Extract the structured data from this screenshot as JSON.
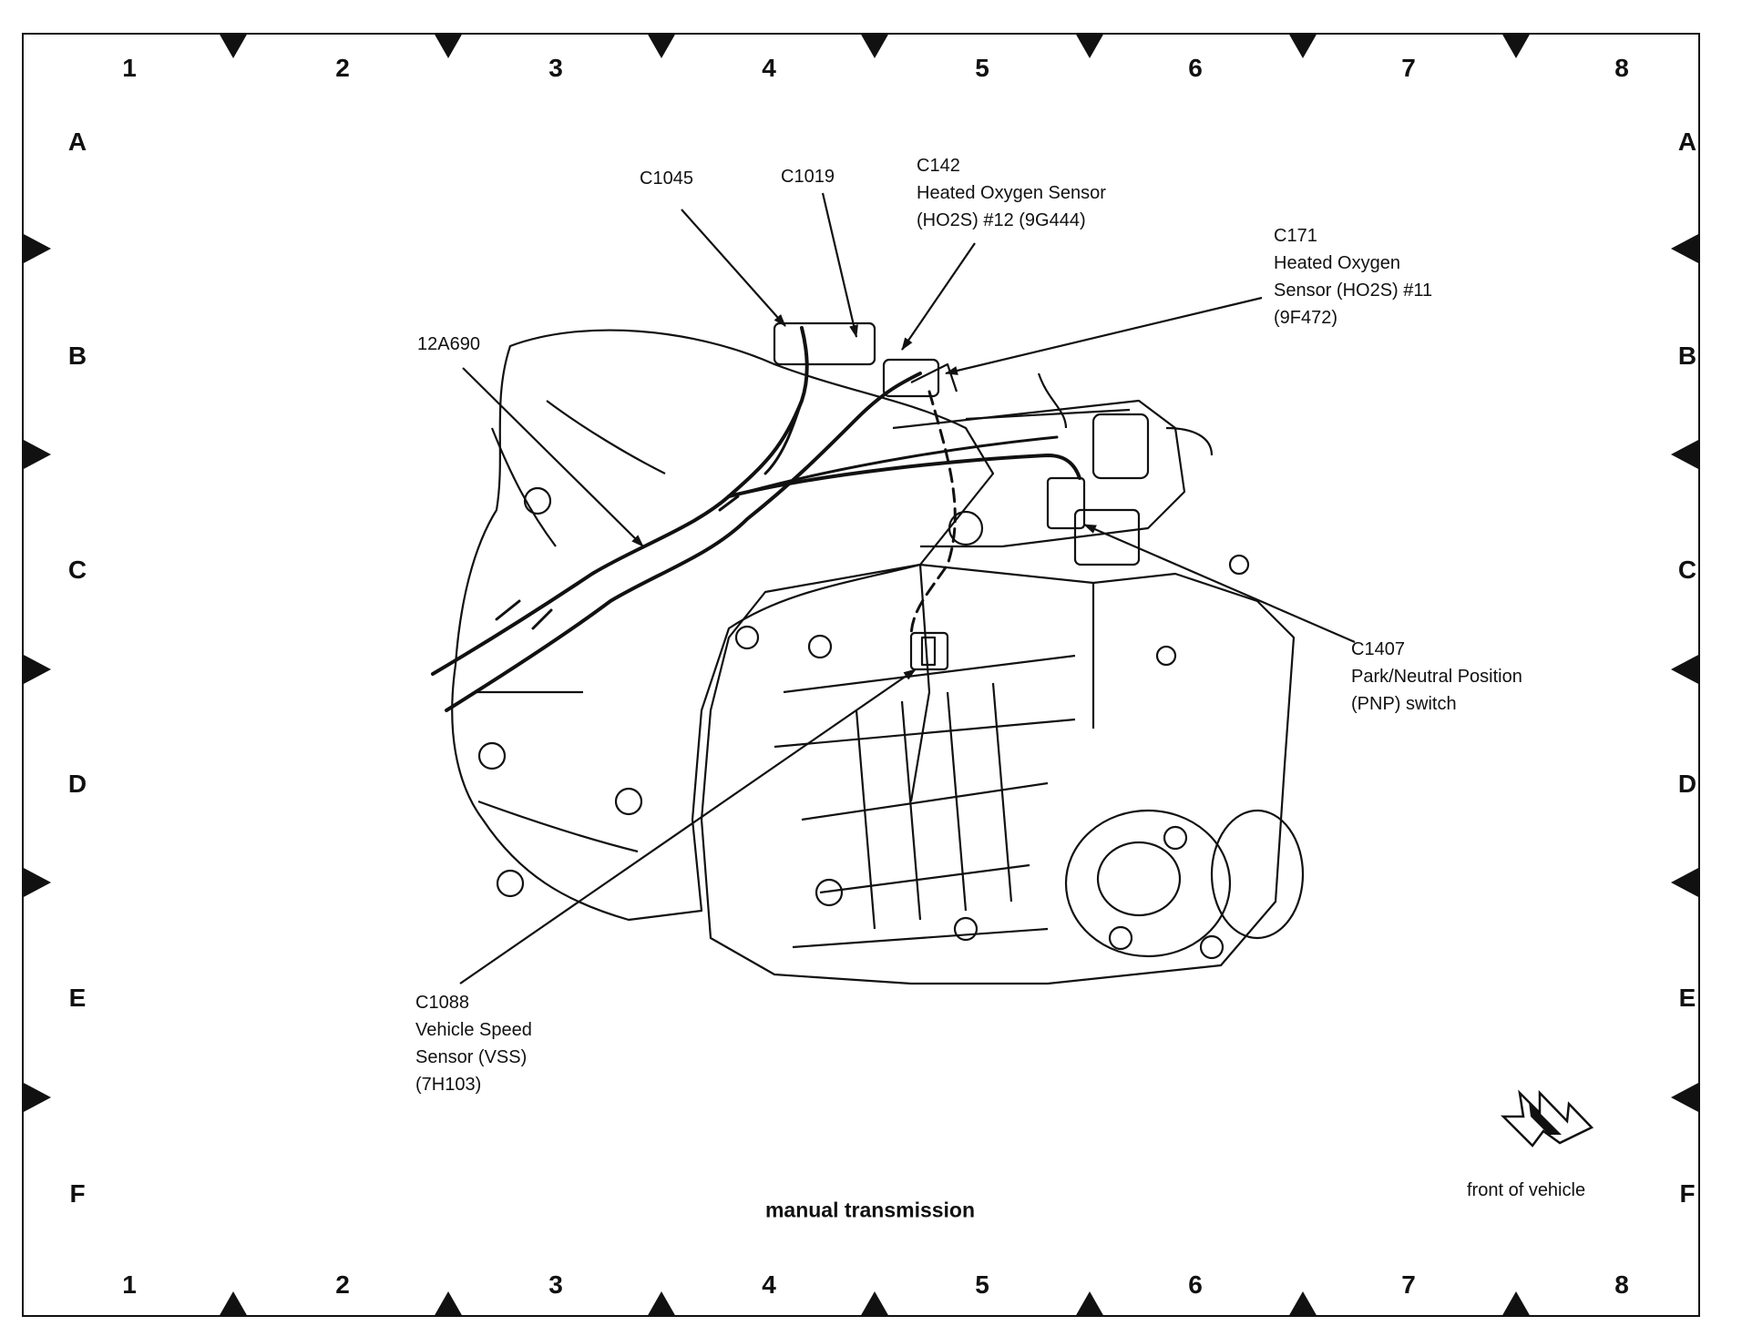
{
  "grid": {
    "columns": [
      "1",
      "2",
      "3",
      "4",
      "5",
      "6",
      "7",
      "8"
    ],
    "rows": [
      "A",
      "B",
      "C",
      "D",
      "E",
      "F"
    ]
  },
  "caption": "manual transmission",
  "orientation_label": "front of vehicle",
  "callouts": {
    "c1045": {
      "lines": [
        "C1045"
      ]
    },
    "c1019": {
      "lines": [
        "C1019"
      ]
    },
    "c142": {
      "lines": [
        "C142",
        "Heated Oxygen Sensor",
        "(HO2S) #12 (9G444)"
      ]
    },
    "c171": {
      "lines": [
        "C171",
        "Heated Oxygen",
        "Sensor (HO2S) #11",
        "(9F472)"
      ]
    },
    "harness": {
      "lines": [
        "12A690"
      ]
    },
    "c1407": {
      "lines": [
        "C1407",
        "Park/Neutral Position",
        "(PNP) switch"
      ]
    },
    "c1088": {
      "lines": [
        "C1088",
        "Vehicle Speed",
        "Sensor (VSS)",
        "(7H103)"
      ]
    }
  },
  "colors": {
    "line": "#111111",
    "background": "#ffffff"
  }
}
